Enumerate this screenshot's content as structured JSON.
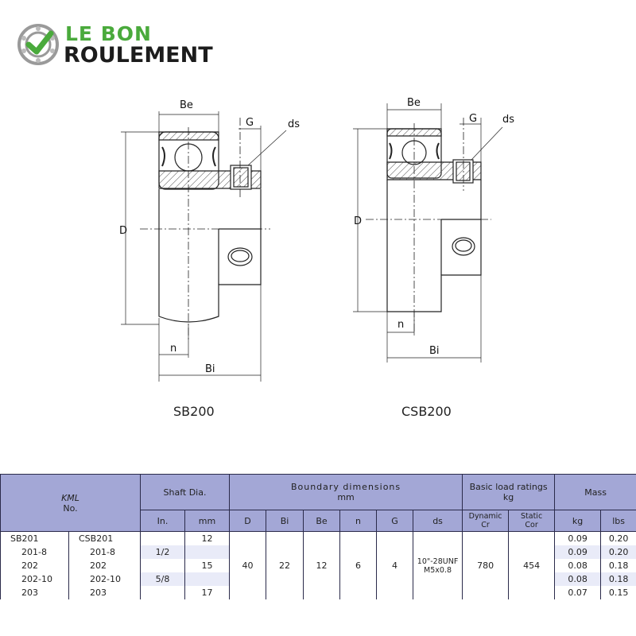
{
  "brand": {
    "line1": "LE BON",
    "line2": "ROULEMENT"
  },
  "drawings": {
    "left": {
      "caption": "SB200",
      "labels": {
        "be": "Be",
        "g": "G",
        "ds": "ds",
        "d": "D",
        "n": "n",
        "bi": "Bi"
      }
    },
    "right": {
      "caption": "CSB200",
      "labels": {
        "be": "Be",
        "g": "G",
        "ds": "ds",
        "d": "D",
        "n": "n",
        "bi": "Bi"
      }
    }
  },
  "table": {
    "headers": {
      "kml": "KML",
      "no": "No.",
      "shaft": "Shaft Dia.",
      "boundary": "Boundary  dimensions",
      "boundary_unit": "mm",
      "load": "Basic load ratings",
      "load_unit": "kg",
      "mass": "Mass",
      "in": "In.",
      "mm": "mm",
      "D": "D",
      "Bi": "Bi",
      "Be": "Be",
      "n": "n",
      "G": "G",
      "ds": "ds",
      "dyn1": "Dynamic",
      "dyn2": "Cr",
      "stat1": "Static",
      "stat2": "Cor",
      "kg": "kg",
      "lbs": "lbs"
    },
    "rows": [
      {
        "sb": "SB201",
        "csb": "CSB201",
        "in": "",
        "mm": "12",
        "kg": "0.09",
        "lbs": "0.20"
      },
      {
        "sb": "201-8",
        "csb": "201-8",
        "in": "1/2",
        "mm": "",
        "kg": "0.09",
        "lbs": "0.20"
      },
      {
        "sb": "202",
        "csb": "202",
        "in": "",
        "mm": "15",
        "kg": "0.08",
        "lbs": "0.18"
      },
      {
        "sb": "202-10",
        "csb": "202-10",
        "in": "5/8",
        "mm": "",
        "kg": "0.08",
        "lbs": "0.18"
      },
      {
        "sb": "203",
        "csb": "203",
        "in": "",
        "mm": "17",
        "kg": "0.07",
        "lbs": "0.15"
      }
    ],
    "common": {
      "D": "40",
      "Bi": "22",
      "Be": "12",
      "n": "6",
      "G": "4",
      "ds1": "10\"-28UNF",
      "ds2": "M5x0.8",
      "cr": "780",
      "cor": "454"
    }
  }
}
